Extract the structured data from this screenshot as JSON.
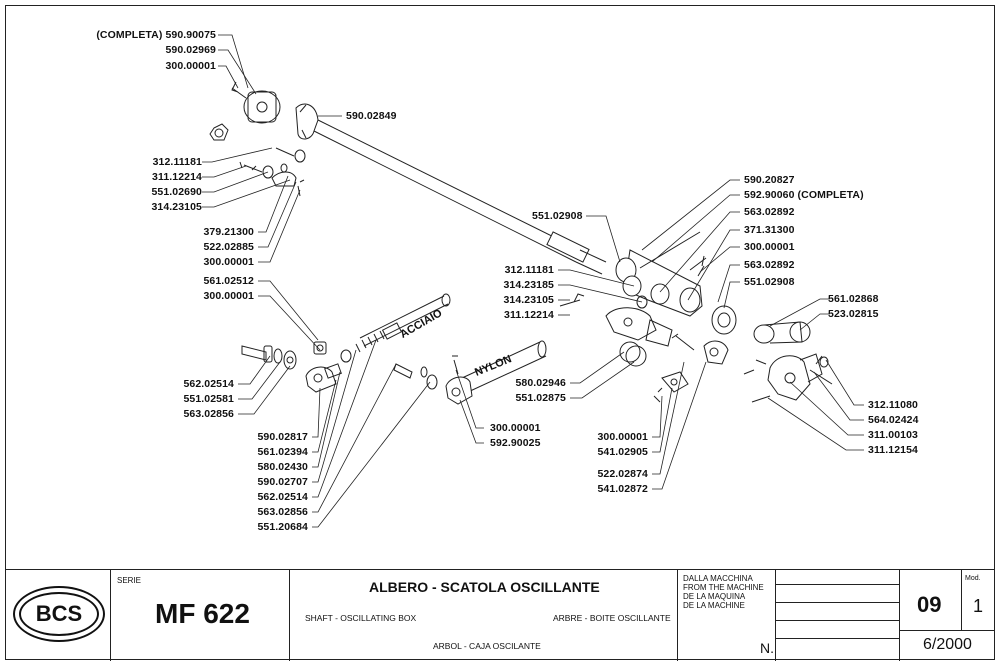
{
  "labels_left_top": [
    "(COMPLETA) 590.90075",
    "590.02969",
    "300.00001"
  ],
  "label_shaft": "590.02849",
  "labels_left_mid": [
    "312.11181",
    "311.12214",
    "551.02690",
    "314.23105"
  ],
  "labels_left_low": [
    "379.21300",
    "522.02885",
    "300.00001"
  ],
  "labels_left_bottom": [
    "561.02512",
    "300.00001"
  ],
  "labels_left_clamp": [
    "562.02514",
    "551.02581",
    "563.02856"
  ],
  "labels_center_stack": [
    "590.02817",
    "561.02394",
    "580.02430",
    "590.02707",
    "562.02514",
    "563.02856",
    "551.20684"
  ],
  "labels_nylon": [
    "300.00001",
    "592.90025"
  ],
  "stamps": {
    "acciaio": "ACCIAIO",
    "nylon": "NYLON"
  },
  "label_551_02908_a": "551.02908",
  "labels_center_right": [
    "312.11181",
    "314.23185",
    "314.23105",
    "311.12214"
  ],
  "labels_center_low": [
    "580.02946",
    "551.02875"
  ],
  "labels_box_low": [
    "300.00001",
    "541.02905"
  ],
  "labels_box_bottom": [
    "522.02874",
    "541.02872"
  ],
  "labels_right_top": [
    "590.20827",
    "592.90060 (COMPLETA)",
    "563.02892",
    "371.31300",
    "300.00001",
    "563.02892",
    "551.02908"
  ],
  "labels_right_side": [
    "561.02868",
    "523.02815"
  ],
  "labels_right_low": [
    "312.11080",
    "564.02424",
    "311.00103",
    "311.12154"
  ],
  "title_block": {
    "logo": "BCS",
    "serie_caption": "SERIE",
    "model": "MF 622",
    "title_it": "ALBERO - SCATOLA OSCILLANTE",
    "title_en": "SHAFT - OSCILLATING BOX",
    "title_fr": "ARBRE - BOITE OSCILLANTE",
    "title_es": "ARBOL - CAJA OSCILANTE",
    "from_machine": [
      "DALLA MACCHINA",
      "FROM THE MACHINE",
      "DE LA MAQUINA",
      "DE LA MACHINE"
    ],
    "n_label": "N.",
    "page": "09",
    "fig_caption": "Mod.",
    "fig": "1",
    "date": "6/2000"
  }
}
